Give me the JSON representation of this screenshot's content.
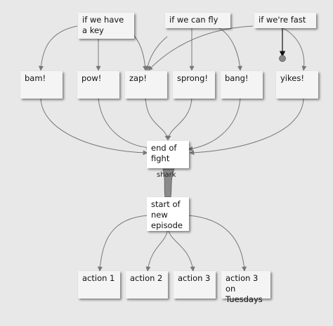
{
  "colors": {
    "background": "#e8e8e8",
    "node_fill": "#f4f4f4",
    "center_fill": "#ffffff",
    "wire": "#777777",
    "shark_wire": "#8a8a8a"
  },
  "conditions": [
    {
      "id": "c1",
      "label": "if we have\na key"
    },
    {
      "id": "c2",
      "label": "if we can fly"
    },
    {
      "id": "c3",
      "label": "if we're fast"
    }
  ],
  "exclamations": [
    {
      "id": "e1",
      "label": "bam!"
    },
    {
      "id": "e2",
      "label": "pow!"
    },
    {
      "id": "e3",
      "label": "zap!"
    },
    {
      "id": "e4",
      "label": "sprong!"
    },
    {
      "id": "e5",
      "label": "bang!"
    },
    {
      "id": "e6",
      "label": "yikes!"
    }
  ],
  "end_of_fight": {
    "label": "end of\nfight"
  },
  "connection_label": "shark",
  "start_of_episode": {
    "label": "start of\nnew\nepisode"
  },
  "actions": [
    {
      "id": "a1",
      "label": "action 1"
    },
    {
      "id": "a2",
      "label": "action 2"
    },
    {
      "id": "a3",
      "label": "action 3"
    },
    {
      "id": "a4",
      "label": "action 3\non Tuesdays"
    }
  ]
}
